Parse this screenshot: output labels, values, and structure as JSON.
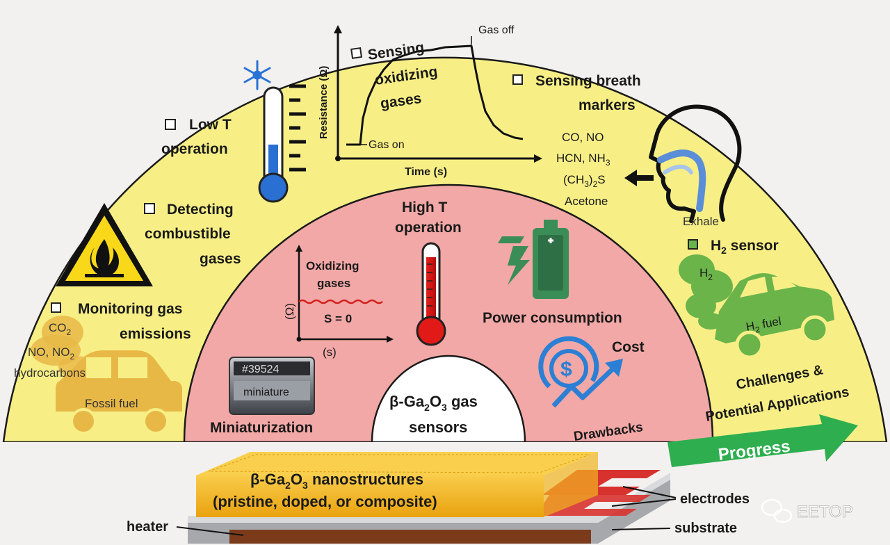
{
  "outer": {
    "low_t": [
      "Low T",
      "operation"
    ],
    "combustible": [
      "Detecting",
      "combustible",
      "gases"
    ],
    "monitoring": [
      "Monitoring gas",
      "emissions"
    ],
    "emission_gases": [
      "CO",
      "NO, NO",
      "hydrocarbons"
    ],
    "fossil_fuel": "Fossil fuel",
    "oxidizing_apps": [
      "Sensing",
      "oxidizing",
      "gases"
    ],
    "graph_ylabel": "Resistance (Ω)",
    "graph_xlabel": "Time (s)",
    "gas_on": "Gas on",
    "gas_off": "Gas off",
    "breath": [
      "Sensing breath",
      "markers"
    ],
    "breath_markers": [
      "CO, NO",
      "HCN, NH",
      "(CH",
      "Acetone"
    ],
    "exhale": "Exhale",
    "h2_sensor": "H",
    "h2_sensor_suffix": " sensor",
    "h2_cloud": "H",
    "h2_fuel": "H",
    "h2_fuel_suffix": " fuel",
    "subscript_2": "2",
    "subscript_3": "3"
  },
  "middle": {
    "high_t": [
      "High T",
      "operation"
    ],
    "oxidizing_graph": [
      "Oxidizing",
      "gases"
    ],
    "omega_axis": "(Ω)",
    "s_axis": "(s)",
    "s_zero": "S = 0",
    "power": "Power consumption",
    "cost": "Cost",
    "chip_code": "#39524",
    "chip_label": "miniature",
    "miniaturization": "Miniaturization",
    "dollar": "$"
  },
  "center": {
    "title_prefix": "β-Ga",
    "title_mid": "O",
    "title_suffix": " gas",
    "title_line2": "sensors"
  },
  "labels": {
    "drawbacks": "Drawbacks",
    "challenges": [
      "Challenges &",
      "Potential Applications"
    ],
    "progress": "Progress"
  },
  "device": {
    "nano_prefix": "β-Ga",
    "nano_mid": "O",
    "nano_suffix": " nanostructures",
    "nano_sub": "(pristine, doped, or composite)",
    "heater": "heater",
    "electrodes": "electrodes",
    "substrate": "substrate"
  },
  "watermark": "EETOP",
  "colors": {
    "outer_fill": "#f7ef86",
    "middle_fill": "#f2a8a6",
    "center_fill": "#ffffff",
    "progress_green": "#2eae4f",
    "h2_green": "#6ab44a",
    "fossil_orange": "#e8b847",
    "nano_gold": "#f2b21a",
    "electrode_red": "#d8322f",
    "heater_brown": "#7b3b1b"
  }
}
